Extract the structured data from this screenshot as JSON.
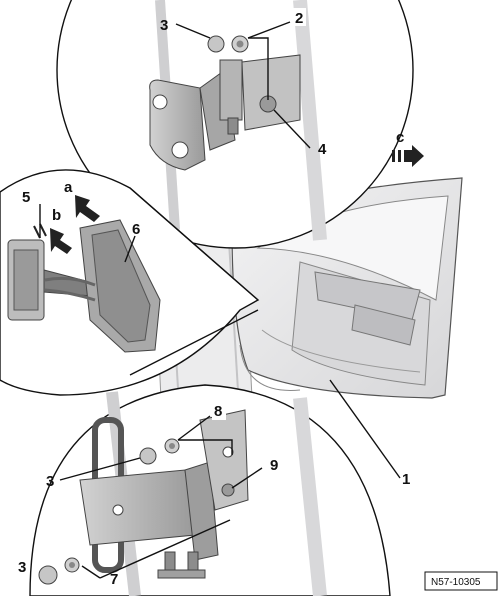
{
  "figure_ref": "N57-10305",
  "labels": {
    "l1": "1",
    "l2": "2",
    "l3_top": "3",
    "l3_mid": "3",
    "l3_bot": "3",
    "l4": "4",
    "l5": "5",
    "l6": "6",
    "l7": "7",
    "l8": "8",
    "l9": "9",
    "la": "a",
    "lb": "b",
    "lc": "c"
  },
  "colors": {
    "line": "#111111",
    "part_fill": "#b9b9b9",
    "part_dark": "#8c8c8c",
    "panel_fill": "#e9e9ea",
    "arrow_fill": "#222222"
  }
}
